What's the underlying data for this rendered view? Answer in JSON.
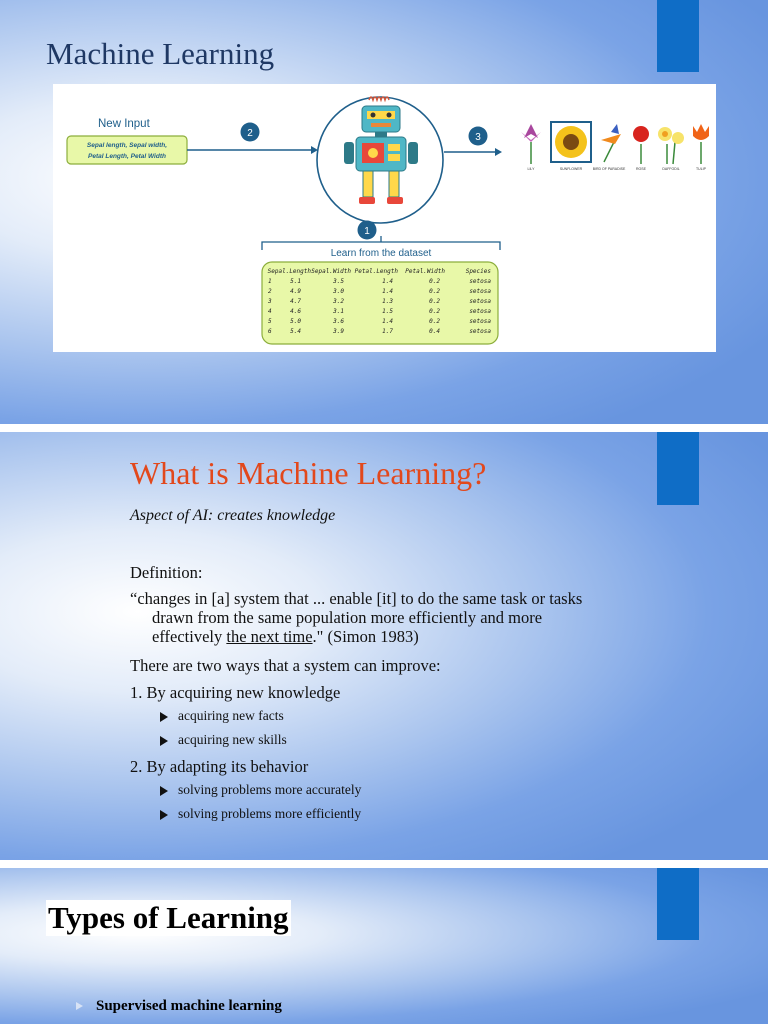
{
  "slide1": {
    "title": "Machine Learning",
    "diagram": {
      "new_input_label": "New Input",
      "input_box_lines": [
        "Sepal length, Sepal width,",
        "Petal Length, Petal Width"
      ],
      "step_numbers": [
        "1",
        "2",
        "3"
      ],
      "learn_label": "Learn from the dataset",
      "table": {
        "headers": [
          "Sepal.Length",
          "Sepal.Width",
          "Petal.Length",
          "Petal.Width",
          "Species"
        ],
        "rows": [
          [
            "1",
            "5.1",
            "3.5",
            "1.4",
            "0.2",
            "setosa"
          ],
          [
            "2",
            "4.9",
            "3.0",
            "1.4",
            "0.2",
            "setosa"
          ],
          [
            "3",
            "4.7",
            "3.2",
            "1.3",
            "0.2",
            "setosa"
          ],
          [
            "4",
            "4.6",
            "3.1",
            "1.5",
            "0.2",
            "setosa"
          ],
          [
            "5",
            "5.0",
            "3.6",
            "1.4",
            "0.2",
            "setosa"
          ],
          [
            "6",
            "5.4",
            "3.9",
            "1.7",
            "0.4",
            "setosa"
          ]
        ]
      },
      "flower_labels": [
        "LILY",
        "SUNFLOWER",
        "BIRD OF PARADISE",
        "ROSE",
        "DAFFODIL",
        "TULIP"
      ],
      "colors": {
        "accent": "#1f5f8b",
        "input_fill": "#e8f8a8",
        "input_stroke": "#8cae3c"
      }
    }
  },
  "slide2": {
    "title": "What is Machine Learning?",
    "subtitle": "Aspect of AI: creates knowledge",
    "definition_label": "Definition:",
    "quote_line1": "“changes in [a] system that ... enable [it] to do the same task or tasks",
    "quote_line2": "drawn from the same population more efficiently and more",
    "quote_line3_pre": "effectively ",
    "quote_line3_underlined": "the next time",
    "quote_line3_post": ".\" (Simon 1983)",
    "intro": "There are two ways that a system can improve:",
    "point1": "1. By acquiring new knowledge",
    "point1_bullets": [
      "acquiring new facts",
      "acquiring new skills"
    ],
    "point2": "2. By adapting its behavior",
    "point2_bullets": [
      "solving problems more accurately",
      "solving problems more efficiently"
    ],
    "title_color": "#e2481c"
  },
  "slide3": {
    "title": "Types of Learning",
    "bullet": "Supervised machine learning"
  },
  "colors": {
    "deco_bar": "#0f6dc6",
    "title_blue": "#1f3864"
  }
}
